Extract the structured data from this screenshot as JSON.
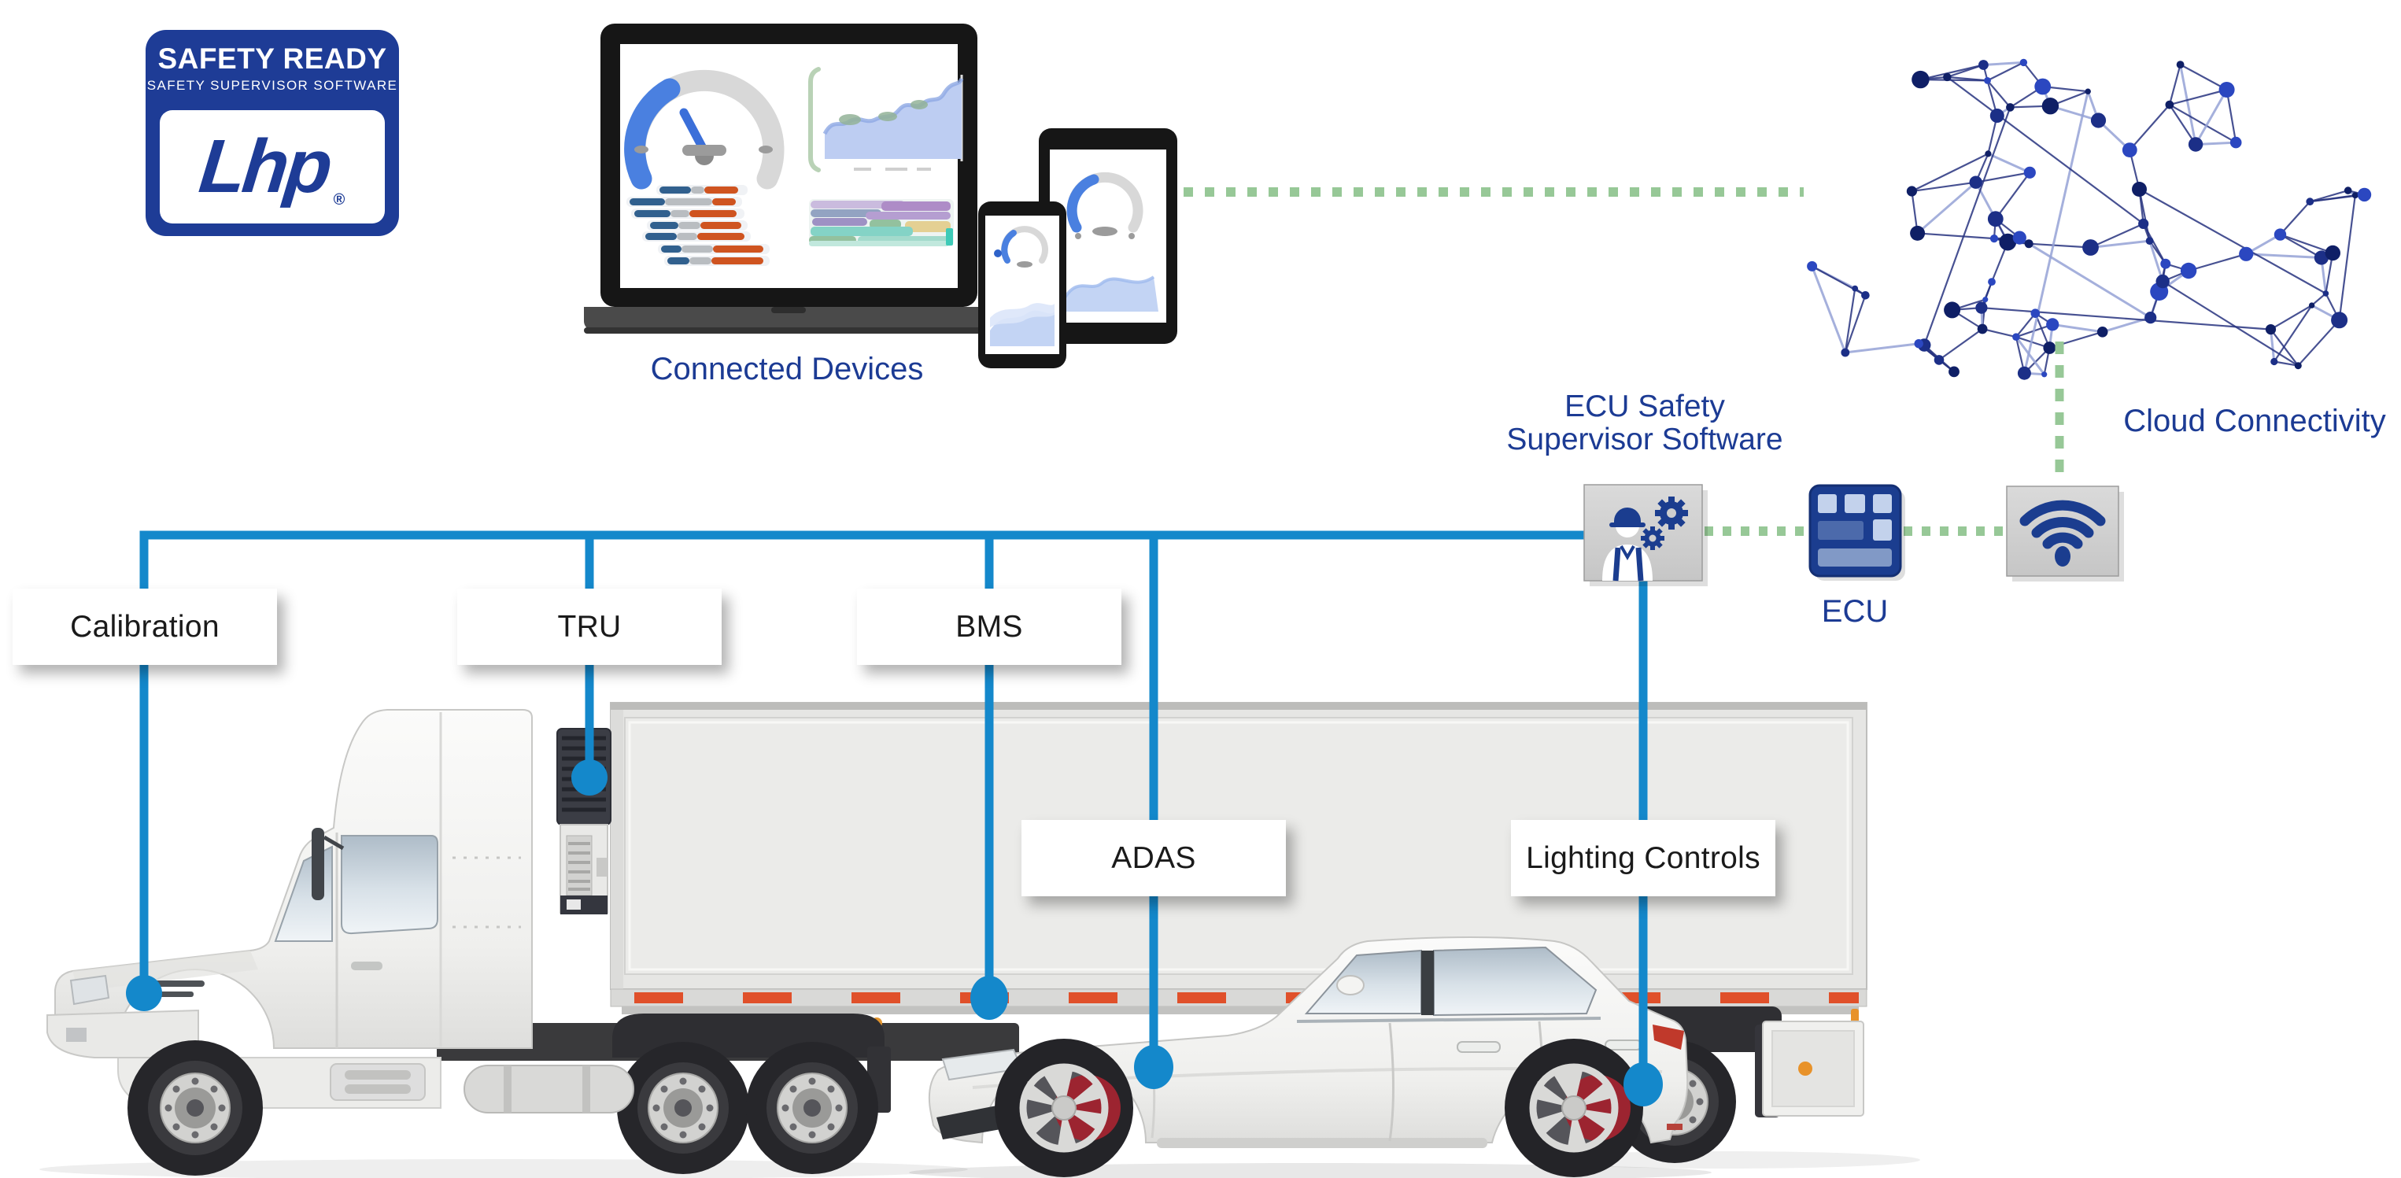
{
  "page": {
    "background": "#ffffff",
    "description": "LHP Safety Ready ECU safety supervisor connectivity diagram"
  },
  "badge": {
    "title": "SAFETY READY",
    "subtitle": "SAFETY SUPERVISOR SOFTWARE",
    "logo_text": "Lhp",
    "registered_mark": "®"
  },
  "devices": {
    "caption": "Connected Devices",
    "items": [
      "laptop-dashboard",
      "tablet-dashboard",
      "smartphone-dashboard"
    ]
  },
  "cloud": {
    "caption": "Cloud Connectivity"
  },
  "supervisor": {
    "caption_line1": "ECU Safety",
    "caption_line2": "Supervisor Software",
    "icon": "engineer-gears-icon"
  },
  "ecu": {
    "caption": "ECU",
    "icon": "ecu-chip-icon"
  },
  "gateway": {
    "icon": "wifi-icon"
  },
  "vehicle_tags": [
    {
      "label": "Calibration"
    },
    {
      "label": "TRU"
    },
    {
      "label": "BMS"
    },
    {
      "label": "ADAS"
    },
    {
      "label": "Lighting Controls"
    }
  ],
  "colors": {
    "connector_blue": "#1488cb",
    "connector_green": "#97c897",
    "navy_text": "#1c3b94",
    "badge_blue": "#1e3c96",
    "ecu_chip_navy": "#1b3d8f",
    "tag_text": "#1a1a1a",
    "bar_orange": "#cf5420",
    "bar_navy": "#31608e"
  }
}
